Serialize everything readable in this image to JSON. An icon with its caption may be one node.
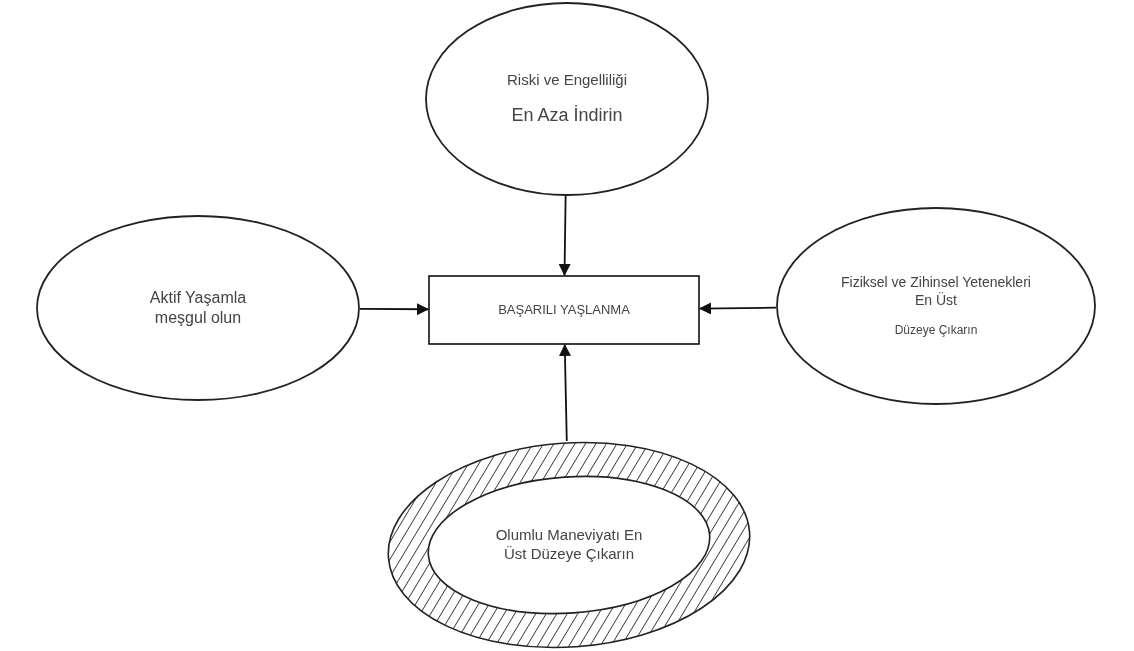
{
  "diagram": {
    "nodes": [
      {
        "text": [
          "Riski ve Engelliliği",
          "En Aza İndirin"
        ]
      },
      {
        "text": [
          "Aktif Yaşamla meşgul olun"
        ]
      },
      {
        "text": [
          "BAŞARILI YAŞLANMA"
        ]
      },
      {
        "text": [
          "Fiziksel ve Zihinsel Yetenekleri En Üst",
          "Düzeye Çıkarın"
        ]
      },
      {
        "text": [
          "Olumlu Maneviyatı En Üst Düzeye Çıkarın"
        ]
      }
    ],
    "edges": [
      {
        "from": 0,
        "to": 2,
        "arrow": "to"
      },
      {
        "from": 1,
        "to": 2,
        "arrow": "to"
      },
      {
        "from": 3,
        "to": 2,
        "arrow": "to"
      },
      {
        "from": 4,
        "to": 2,
        "arrow": "to"
      }
    ]
  }
}
